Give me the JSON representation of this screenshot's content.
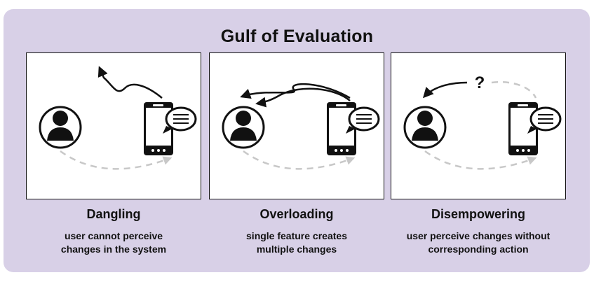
{
  "title": "Gulf of Evaluation",
  "colors": {
    "background": "#d8d0e7",
    "ink": "#111111",
    "dashed_loop": "#c8c8c8"
  },
  "panels": [
    {
      "label": "Dangling",
      "description": "user cannot perceive\nchanges in the system",
      "icons": [
        "user-icon",
        "smartphone-icon",
        "chat-bubble-icon",
        "squiggly-arrow-icon"
      ]
    },
    {
      "label": "Overloading",
      "description": "single feature creates\nmultiple changes",
      "icons": [
        "user-icon",
        "smartphone-icon",
        "chat-bubble-icon",
        "crossing-arrows-icon"
      ]
    },
    {
      "label": "Disempowering",
      "description": "user perceive changes without\ncorresponding action",
      "question_mark": "?",
      "icons": [
        "user-icon",
        "smartphone-icon",
        "chat-bubble-icon",
        "question-arrow-icon"
      ]
    }
  ]
}
